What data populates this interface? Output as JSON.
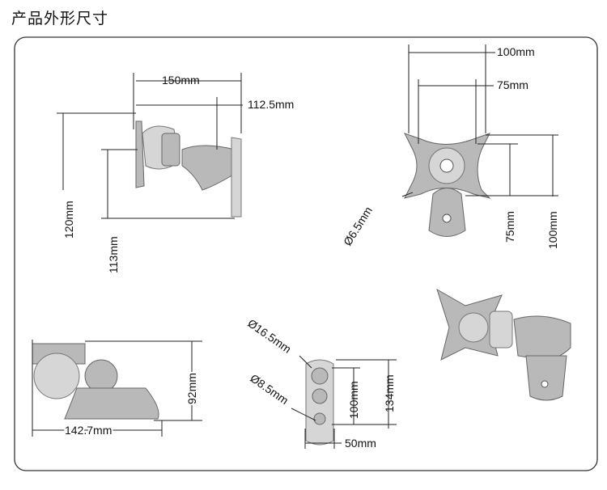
{
  "title": "产品外形尺寸",
  "side_view": {
    "width_label": "150mm",
    "depth_label": "112.5mm",
    "height_label": "120mm",
    "offset_label": "113mm"
  },
  "front_view": {
    "vesa_outer_label": "100mm",
    "vesa_inner_label": "75mm",
    "hole_label": "Ø6.5mm",
    "vesa_inner_v_label": "75mm",
    "vesa_outer_v_label": "100mm"
  },
  "bottom_view": {
    "height_label": "92mm",
    "width_label": "142.7mm"
  },
  "wall_plate_view": {
    "large_hole_label": "Ø16.5mm",
    "small_hole_label": "Ø8.5mm",
    "hole_spacing_label": "100mm",
    "height_label": "134mm",
    "width_label": "50mm"
  }
}
